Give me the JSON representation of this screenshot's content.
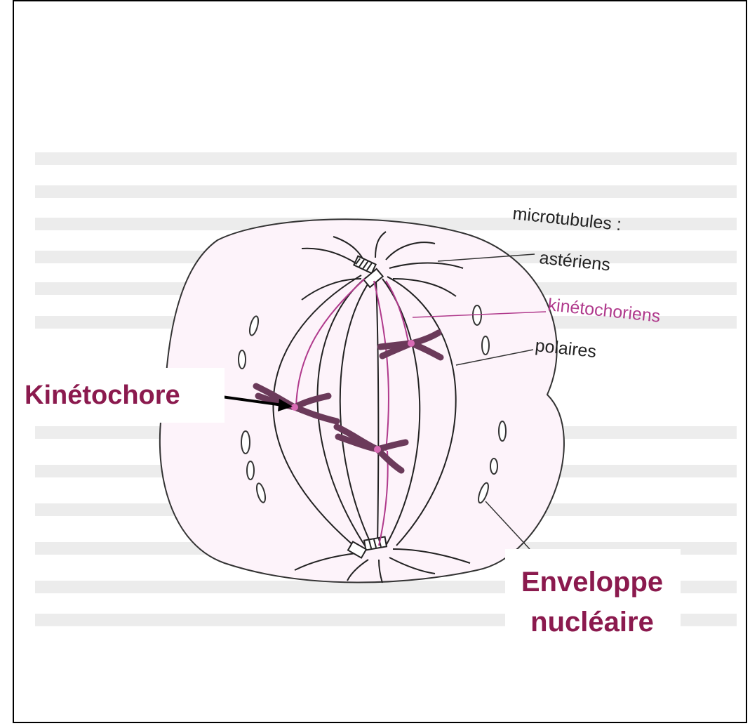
{
  "labels": {
    "microtubules_heading": "microtubules :",
    "asteriens": "astériens",
    "kinetochoriens": "kinétochoriens",
    "polaires": "polaires",
    "kinetochore": "Kinétochore",
    "enveloppe_line1": "Enveloppe",
    "enveloppe_line2": "nucléaire"
  },
  "colors": {
    "accent_label": "#8b1a4e",
    "kinetochore_fiber": "#b03a8c",
    "chromosome": "#6b3a5a"
  }
}
